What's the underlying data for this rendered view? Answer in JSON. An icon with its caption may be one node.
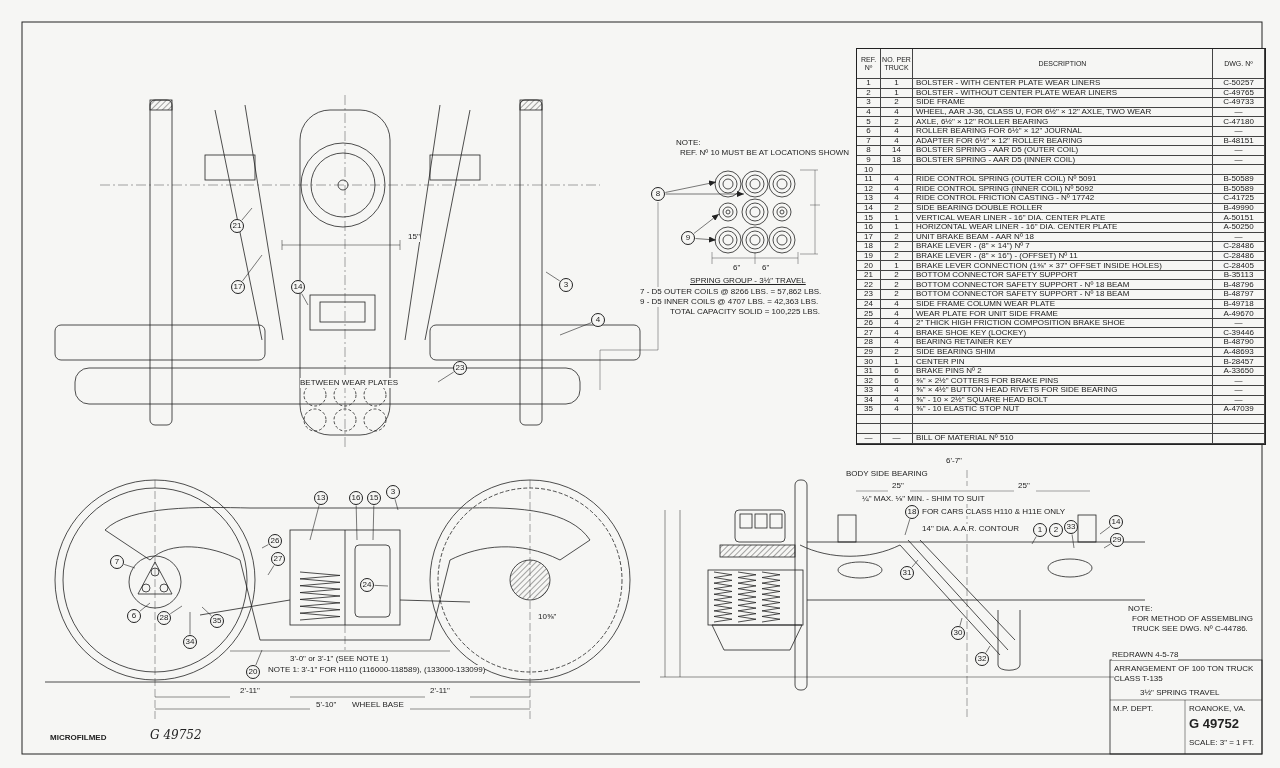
{
  "diagram": {
    "nodes": [
      {
        "text": [
          "17"
        ]
      },
      {
        "text": [
          "21"
        ]
      },
      {
        "text": [
          "14"
        ]
      },
      {
        "text": [
          "3"
        ]
      },
      {
        "text": [
          "4"
        ]
      },
      {
        "text": [
          "23"
        ]
      },
      {
        "text": [
          "8"
        ]
      },
      {
        "text": [
          "9"
        ]
      },
      {
        "text": [
          "7"
        ]
      },
      {
        "text": [
          "6"
        ]
      },
      {
        "text": [
          "28"
        ]
      },
      {
        "text": [
          "34"
        ]
      },
      {
        "text": [
          "35"
        ]
      },
      {
        "text": [
          "13"
        ]
      },
      {
        "text": [
          "16"
        ]
      },
      {
        "text": [
          "15"
        ]
      },
      {
        "text": [
          "3"
        ]
      },
      {
        "text": [
          "26"
        ]
      },
      {
        "text": [
          "27"
        ]
      },
      {
        "text": [
          "24"
        ]
      },
      {
        "text": [
          "20"
        ]
      },
      {
        "text": [
          "18"
        ],
        "beside": [
          "FOR CARS CLASS H110 & H11E ONLY"
        ]
      },
      {
        "text": [
          "1"
        ]
      },
      {
        "text": [
          "2"
        ]
      },
      {
        "text": [
          "33"
        ]
      },
      {
        "text": [
          "14"
        ]
      },
      {
        "text": [
          "29"
        ]
      },
      {
        "text": [
          "31"
        ]
      },
      {
        "text": [
          "30"
        ]
      },
      {
        "text": [
          "32"
        ]
      }
    ],
    "edges": [
      {
        "from": 0,
        "to": null,
        "arrow": "none"
      },
      {
        "from": 1,
        "to": null,
        "arrow": "none"
      },
      {
        "from": 2,
        "to": null,
        "arrow": "none"
      },
      {
        "from": 3,
        "to": null,
        "arrow": "none"
      },
      {
        "from": 4,
        "to": null,
        "arrow": "none"
      },
      {
        "from": 5,
        "to": null,
        "arrow": "none"
      },
      {
        "from": 6,
        "to": null,
        "arrow": "to"
      },
      {
        "from": 6,
        "to": null,
        "arrow": "to"
      },
      {
        "from": 7,
        "to": null,
        "arrow": "to"
      },
      {
        "from": 7,
        "to": null,
        "arrow": "to"
      },
      {
        "from": 8,
        "to": null,
        "arrow": "none"
      },
      {
        "from": 9,
        "to": null,
        "arrow": "none"
      },
      {
        "from": 10,
        "to": null,
        "arrow": "none"
      },
      {
        "from": 11,
        "to": null,
        "arrow": "none"
      },
      {
        "from": 12,
        "to": null,
        "arrow": "none"
      },
      {
        "from": 13,
        "to": null,
        "arrow": "none"
      },
      {
        "from": 14,
        "to": null,
        "arrow": "none"
      },
      {
        "from": 15,
        "to": null,
        "arrow": "none"
      },
      {
        "from": 16,
        "to": null,
        "arrow": "none"
      },
      {
        "from": 17,
        "to": null,
        "arrow": "none"
      },
      {
        "from": 18,
        "to": null,
        "arrow": "none"
      },
      {
        "from": 19,
        "to": null,
        "arrow": "none"
      },
      {
        "from": 20,
        "to": null,
        "arrow": "none"
      },
      {
        "from": 21,
        "to": null,
        "arrow": "none"
      },
      {
        "from": 22,
        "to": null,
        "arrow": "none"
      },
      {
        "from": 24,
        "to": null,
        "arrow": "none"
      },
      {
        "from": 25,
        "to": null,
        "arrow": "none"
      },
      {
        "from": 26,
        "to": null,
        "arrow": "none"
      },
      {
        "from": 27,
        "to": null,
        "arrow": "none"
      },
      {
        "from": 28,
        "to": null,
        "arrow": "none"
      },
      {
        "from": 29,
        "to": null,
        "arrow": "none"
      }
    ],
    "labels": [
      "NOTE:",
      "REF. Nº 10 MUST BE AT LOCATIONS SHOWN",
      "6\"",
      "6\"",
      "SPRING GROUP - 3½\" TRAVEL",
      "7 - D5 OUTER COILS @ 8266 LBS. = 57,862 LBS.",
      "9 - D5 INNER COILS @ 4707 LBS. = 42,363 LBS.",
      "TOTAL CAPACITY SOLID = 100,225 LBS.",
      "15\"",
      "BETWEEN WEAR PLATES",
      "3'-0\" or 3'-1\" (SEE NOTE 1)",
      "NOTE 1: 3'-1\" FOR H110 (116000-118589), (133000-133099)",
      "2'-11\"",
      "2'-11\"",
      "5'-10\"",
      "WHEEL BASE",
      "10⅝\"",
      "6'-7\"",
      "BODY SIDE BEARING",
      "25\"",
      "25\"",
      "¼\" MAX. ⅛\" MIN. - SHIM TO SUIT",
      "14\" DIA. A.A.R. CONTOUR",
      "NOTE:",
      "FOR METHOD OF ASSEMBLING TRUCK SEE DWG. Nº C-44786.",
      "REDRAWN 4-5-78",
      "ARRANGEMENT OF 100 TON TRUCK CLASS T-135",
      "3½\" SPRING TRAVEL",
      "M.P. DEPT.",
      "ROANOKE, VA.",
      "G 49752",
      "SCALE: 3\" = 1 FT.",
      "MICROFILMED",
      "G 49752",
      "REF. Nº",
      "NO. PER TRUCK",
      "DESCRIPTION",
      "DWG. Nº",
      "1",
      "1",
      "BOLSTER - WITH CENTER PLATE WEAR LINERS",
      "C-50257",
      "2",
      "1",
      "BOLSTER - WITHOUT CENTER PLATE WEAR LINERS",
      "C-49765",
      "3",
      "2",
      "SIDE FRAME",
      "C-49733",
      "4",
      "4",
      "WHEEL, AAR J-36, CLASS U, FOR 6½\" × 12\" AXLE, TWO WEAR",
      "—",
      "5",
      "2",
      "AXLE, 6½\" × 12\" ROLLER BEARING",
      "C-47180",
      "6",
      "4",
      "ROLLER BEARING FOR 6½\" × 12\" JOURNAL",
      "—",
      "7",
      "4",
      "ADAPTER FOR 6½\" × 12\" ROLLER BEARING",
      "B-48151",
      "8",
      "14",
      "BOLSTER SPRING - AAR D5 (OUTER COIL)",
      "—",
      "9",
      "18",
      "BOLSTER SPRING - AAR D5 (INNER COIL)",
      "—",
      "10",
      "11",
      "4",
      "RIDE CONTROL SPRING (OUTER COIL) Nº 5091",
      "B-50589",
      "12",
      "4",
      "RIDE CONTROL SPRING (INNER COIL) Nº 5092",
      "B-50589",
      "13",
      "4",
      "RIDE CONTROL FRICTION CASTING - Nº 17742",
      "C-41725",
      "14",
      "2",
      "SIDE BEARING DOUBLE ROLLER",
      "B-49990",
      "15",
      "1",
      "VERTICAL WEAR LINER - 16\" DIA. CENTER PLATE",
      "A-50151",
      "16",
      "1",
      "HORIZONTAL WEAR LINER - 16\" DIA. CENTER PLATE",
      "A-50250",
      "17",
      "2",
      "UNIT BRAKE BEAM - AAR Nº 18",
      "—",
      "18",
      "2",
      "BRAKE LEVER - (8\" × 14\") Nº 7",
      "C-28486",
      "19",
      "2",
      "BRAKE LEVER - (8\" × 16\") - (OFFSET) Nº 11",
      "C-28486",
      "20",
      "1",
      "BRAKE LEVER CONNECTION (1⅜\" × 37\" OFFSET INSIDE HOLES)",
      "C-28405",
      "21",
      "2",
      "BOTTOM CONNECTOR SAFETY SUPPORT",
      "B-35113",
      "22",
      "2",
      "BOTTOM CONNECTOR SAFETY SUPPORT - Nº 18 BEAM",
      "B-48796",
      "23",
      "2",
      "BOTTOM CONNECTOR SAFETY SUPPORT - Nº 18 BEAM",
      "B-48797",
      "24",
      "4",
      "SIDE FRAME COLUMN WEAR PLATE",
      "B-49718",
      "25",
      "4",
      "WEAR PLATE FOR UNIT SIDE FRAME",
      "A-49670",
      "26",
      "4",
      "2\" THICK HIGH FRICTION COMPOSITION BRAKE SHOE",
      "—",
      "27",
      "4",
      "BRAKE SHOE KEY (LOCKEY)",
      "C-39446",
      "28",
      "4",
      "BEARING RETAINER KEY",
      "B-48790",
      "29",
      "2",
      "SIDE BEARING SHIM",
      "A-48693",
      "30",
      "1",
      "CENTER PIN",
      "B-28457",
      "31",
      "6",
      "BRAKE PINS Nº 2",
      "A-33650",
      "32",
      "6",
      "⅜\" × 2½\" COTTERS FOR BRAKE PINS",
      "—",
      "33",
      "4",
      "⅝\" × 4½\" BUTTON HEAD RIVETS FOR SIDE BEARING",
      "—",
      "34",
      "4",
      "⅝\" - 10 × 2½\" SQUARE HEAD BOLT",
      "—",
      "35",
      "4",
      "⅝\" - 10 ELASTIC STOP NUT",
      "A-47039",
      "—",
      "—",
      "BILL OF MATERIAL Nº 510"
    ]
  }
}
